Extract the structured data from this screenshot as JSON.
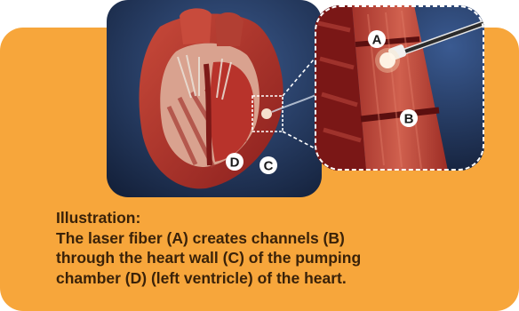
{
  "labels": {
    "a": "A",
    "b": "B",
    "c": "C",
    "d": "D"
  },
  "caption": {
    "heading": "Illustration:",
    "lines": [
      "The laser fiber (A) creates channels (B)",
      "through the heart wall (C) of the pumping",
      "chamber (D) (left ventricle) of the heart."
    ]
  }
}
